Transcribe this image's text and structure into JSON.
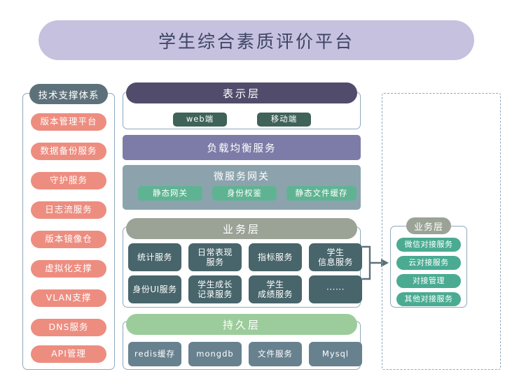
{
  "title": {
    "text": "学生综合素质评价平台",
    "banner_color": "#c6c1de",
    "text_color": "#3d4466"
  },
  "sidebar": {
    "header": "技术支撑体系",
    "header_color": "#5d717a",
    "pill_color": "#ed8d80",
    "items": [
      {
        "label": "版本管理平台"
      },
      {
        "label": "数据备份服务"
      },
      {
        "label": "守护服务"
      },
      {
        "label": "日志流服务"
      },
      {
        "label": "版本镜像仓"
      },
      {
        "label": "虚拟化支撑"
      },
      {
        "label": "VLAN支撑"
      },
      {
        "label": "DNS服务"
      },
      {
        "label": "API管理"
      }
    ]
  },
  "presentation_layer": {
    "header": "表示层",
    "header_color": "#514c6b",
    "items": [
      {
        "label": "web端"
      },
      {
        "label": "移动端"
      }
    ],
    "item_color": "#3f6259"
  },
  "load_balance": {
    "label": "负载均衡服务",
    "color": "#7d7ca8"
  },
  "gateway": {
    "title": "微服务网关",
    "box_color": "#8ca3ad",
    "item_color": "#5fb392",
    "items": [
      {
        "label": "静态网关"
      },
      {
        "label": "身份权鉴"
      },
      {
        "label": "静态文件缓存"
      }
    ]
  },
  "business_layer": {
    "header": "业务层",
    "header_color": "#9aa396",
    "card_color": "#48656b",
    "cards": [
      {
        "label": "统计服务"
      },
      {
        "label": "日常表现\n服务"
      },
      {
        "label": "指标服务"
      },
      {
        "label": "学生\n信息服务"
      },
      {
        "label": "身份UI服务"
      },
      {
        "label": "学生成长\n记录服务"
      },
      {
        "label": "学生\n成绩服务"
      },
      {
        "label": "······"
      }
    ]
  },
  "persistence_layer": {
    "header": "持久层",
    "header_color": "#9ccc9c",
    "card_color": "#67818f",
    "cards": [
      {
        "label": "redis缓存"
      },
      {
        "label": "mongdb"
      },
      {
        "label": "文件服务"
      },
      {
        "label": "Mysql"
      }
    ]
  },
  "integration_panel": {
    "header": "业务层",
    "header_color": "#9aa396",
    "pill_color": "#4aab92",
    "border_style": "dashed",
    "items": [
      {
        "label": "微信对接服务"
      },
      {
        "label": "云对接服务"
      },
      {
        "label": "对接管理"
      },
      {
        "label": "其他对接服务"
      }
    ]
  }
}
